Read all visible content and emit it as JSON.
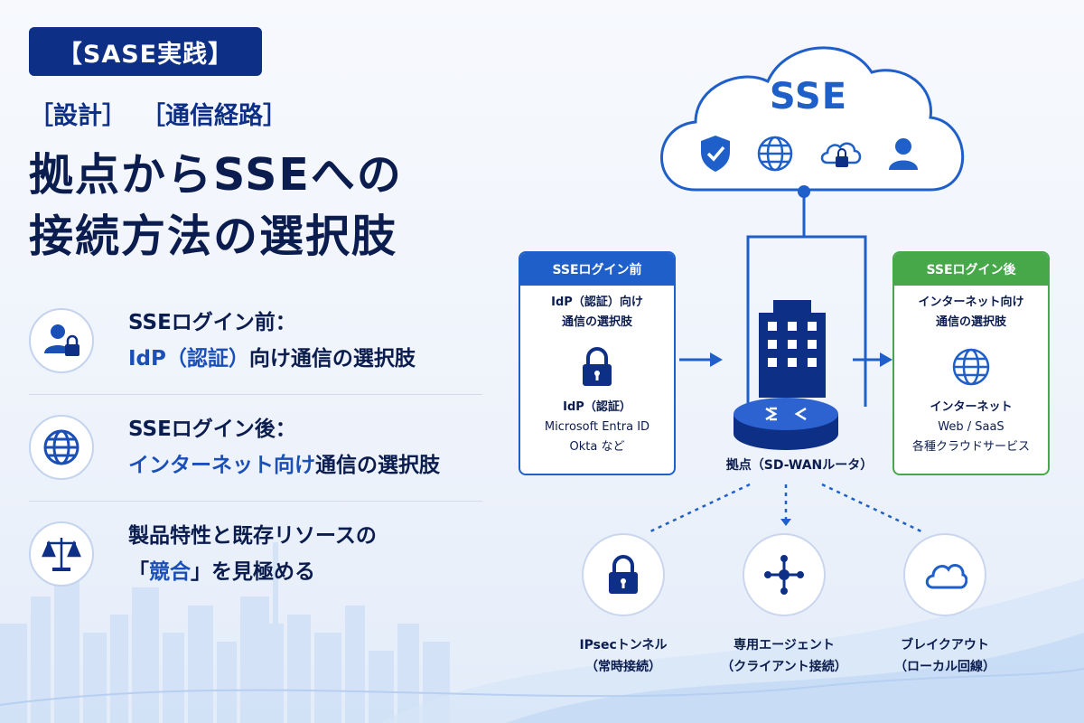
{
  "left": {
    "tag": "【SASE実践】",
    "subtags": [
      "［設計］",
      "［通信経路］"
    ],
    "headline": [
      "拠点からSSEへの",
      "接続方法の選択肢"
    ],
    "features": [
      {
        "icon": "user-lock-icon",
        "line1": "SSEログイン前：",
        "line2_hl": "IdP（認証）",
        "line2_rest": "向け通信の選択肢"
      },
      {
        "icon": "globe-icon",
        "line1": "SSEログイン後：",
        "line2_hl": "インターネット向け",
        "line2_rest": "通信の選択肢"
      },
      {
        "icon": "balance-scale-icon",
        "line1": "製品特性と既存リソースの",
        "line2_pre": "「",
        "line2_hl": "競合",
        "line2_rest": "」を見極める"
      }
    ]
  },
  "cloud": {
    "title": "SSE",
    "icons": [
      "shield-check-icon",
      "globe-icon",
      "cloud-lock-icon",
      "user-icon"
    ]
  },
  "panel_before": {
    "header": "SSEログイン前",
    "sub": [
      "IdP（認証）向け",
      "通信の選択肢"
    ],
    "icon": "lock-icon",
    "lines": [
      "IdP（認証）",
      "Microsoft Entra ID",
      "Okta など"
    ]
  },
  "panel_after": {
    "header": "SSEログイン後",
    "sub": [
      "インターネット向け",
      "通信の選択肢"
    ],
    "icon": "globe-icon",
    "lines": [
      "インターネット",
      "Web / SaaS",
      "各種クラウドサービス"
    ]
  },
  "router_label": "拠点（SD-WANルータ）",
  "methods": [
    {
      "icon": "lock-icon",
      "label": "IPsecトンネル",
      "sub": "（常時接続）"
    },
    {
      "icon": "network-hub-icon",
      "label": "専用エージェント",
      "sub": "（クライアント接続）"
    },
    {
      "icon": "cloud-icon",
      "label": "ブレイクアウト",
      "sub": "（ローカル回線）"
    }
  ],
  "colors": {
    "navy": "#0e2f86",
    "accent_blue": "#1f5fc9",
    "accent_green": "#47a84a",
    "text_dark": "#0b1c4e"
  }
}
